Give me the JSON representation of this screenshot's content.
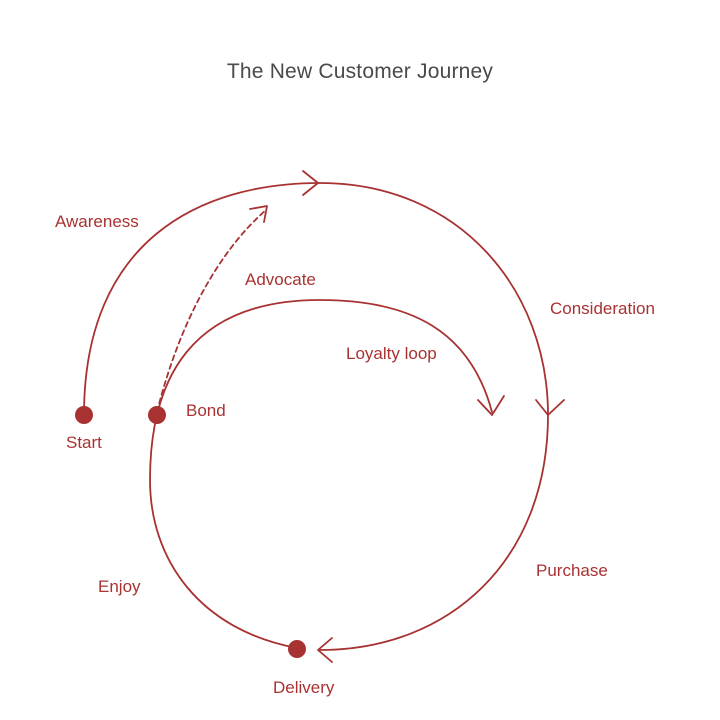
{
  "title": "The New Customer Journey",
  "colors": {
    "accent": "#a83232",
    "title": "#4a4a4a",
    "background": "#ffffff"
  },
  "labels": {
    "awareness": "Awareness",
    "start": "Start",
    "advocate": "Advocate",
    "bond": "Bond",
    "consideration": "Consideration",
    "loyalty_loop": "Loyalty loop",
    "purchase": "Purchase",
    "enjoy": "Enjoy",
    "delivery": "Delivery"
  }
}
